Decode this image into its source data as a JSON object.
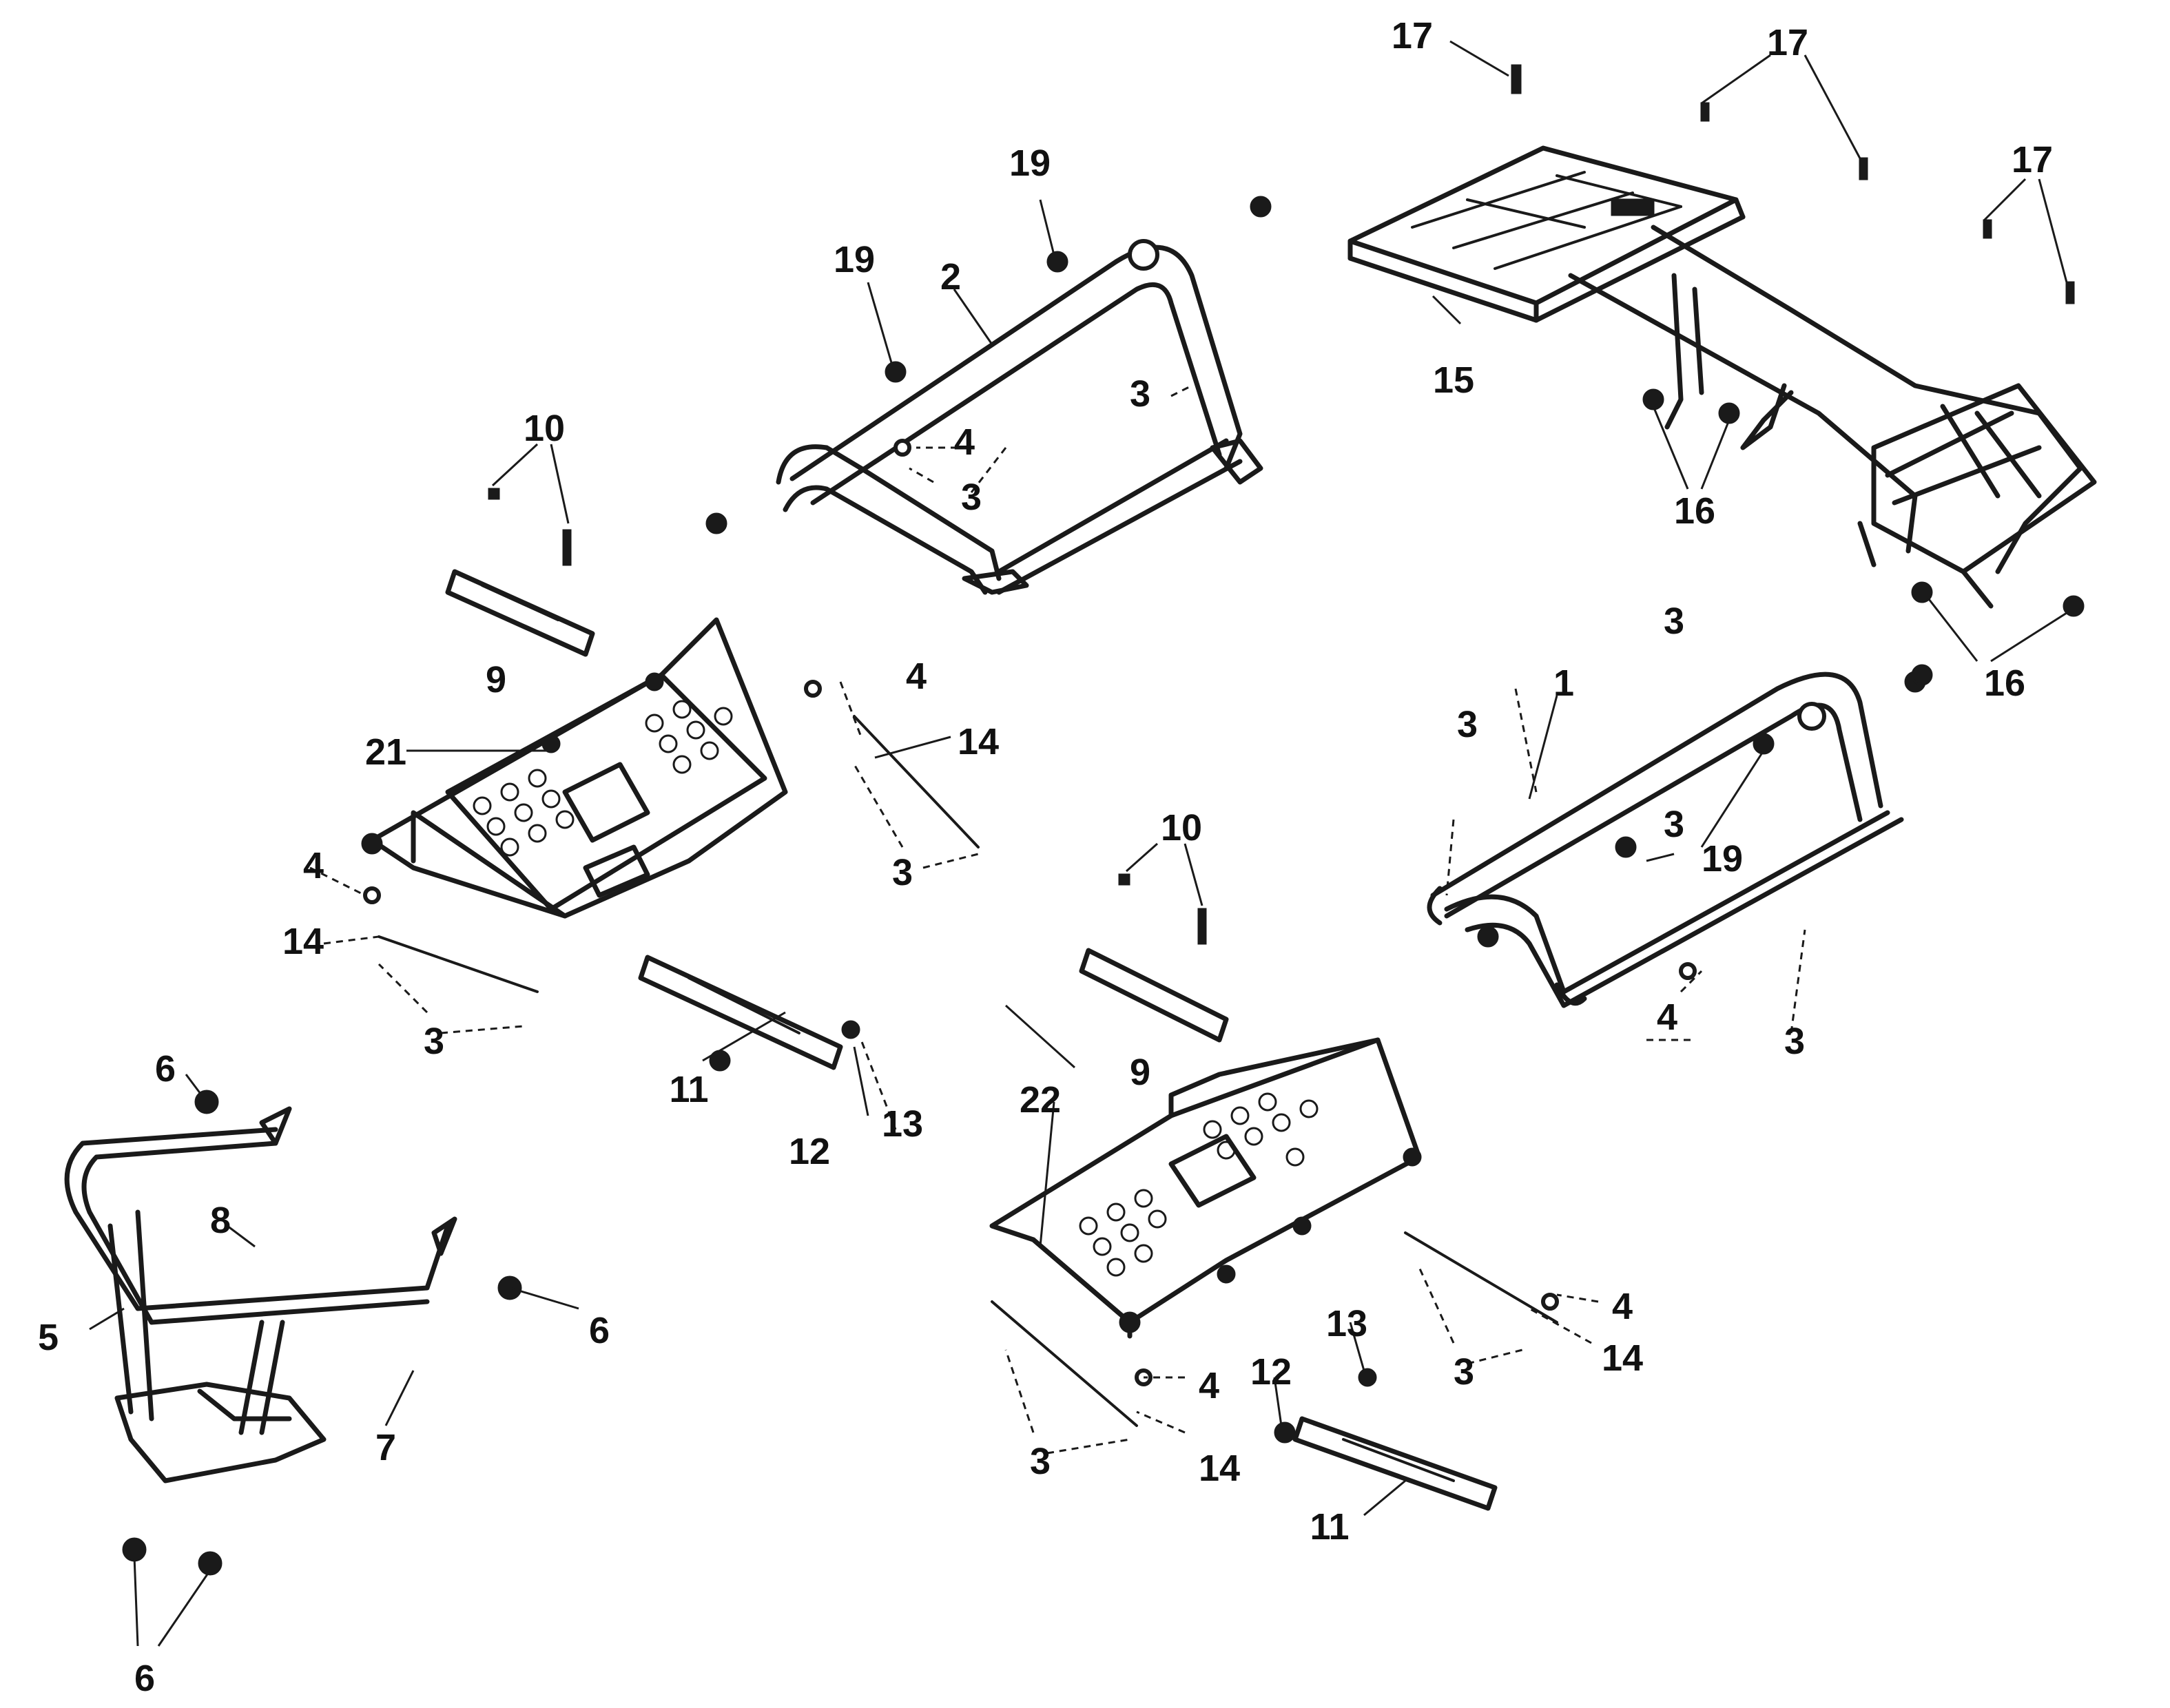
{
  "diagram": {
    "type": "exploded-parts-diagram",
    "callouts": [
      {
        "id": "c17a",
        "label": "17",
        "part": "rear-rack-bolt"
      },
      {
        "id": "c17b",
        "label": "17",
        "part": "rear-rack-bolt"
      },
      {
        "id": "c17c",
        "label": "17",
        "part": "rear-rack-bolt"
      },
      {
        "id": "c19a",
        "label": "19",
        "part": "nut"
      },
      {
        "id": "c19b",
        "label": "19",
        "part": "nut"
      },
      {
        "id": "c19c",
        "label": "19",
        "part": "nut"
      },
      {
        "id": "c2",
        "label": "2",
        "part": "middle-frame-bar"
      },
      {
        "id": "c15",
        "label": "15",
        "part": "rear-rack"
      },
      {
        "id": "c10a",
        "label": "10",
        "part": "bolt-and-nut"
      },
      {
        "id": "c10b",
        "label": "10",
        "part": "bolt-and-nut"
      },
      {
        "id": "c4a",
        "label": "4",
        "part": "washer"
      },
      {
        "id": "c4b",
        "label": "4",
        "part": "washer"
      },
      {
        "id": "c4c",
        "label": "4",
        "part": "washer"
      },
      {
        "id": "c4d",
        "label": "4",
        "part": "washer"
      },
      {
        "id": "c4e",
        "label": "4",
        "part": "washer"
      },
      {
        "id": "c4f",
        "label": "4",
        "part": "washer"
      },
      {
        "id": "c3a",
        "label": "3",
        "part": "screw"
      },
      {
        "id": "c3b",
        "label": "3",
        "part": "screw"
      },
      {
        "id": "c3c",
        "label": "3",
        "part": "screw"
      },
      {
        "id": "c3d",
        "label": "3",
        "part": "screw"
      },
      {
        "id": "c3e",
        "label": "3",
        "part": "screw"
      },
      {
        "id": "c3f",
        "label": "3",
        "part": "screw"
      },
      {
        "id": "c3g",
        "label": "3",
        "part": "screw"
      },
      {
        "id": "c3h",
        "label": "3",
        "part": "screw"
      },
      {
        "id": "c3i",
        "label": "3",
        "part": "screw"
      },
      {
        "id": "c3j",
        "label": "3",
        "part": "screw"
      },
      {
        "id": "c16a",
        "label": "16",
        "part": "bolt"
      },
      {
        "id": "c16b",
        "label": "16",
        "part": "bolt"
      },
      {
        "id": "c9a",
        "label": "9",
        "part": "footrest-bracket"
      },
      {
        "id": "c9b",
        "label": "9",
        "part": "footrest-bracket"
      },
      {
        "id": "c21",
        "label": "21",
        "part": "left-footboard"
      },
      {
        "id": "c22",
        "label": "22",
        "part": "right-footboard"
      },
      {
        "id": "c14a",
        "label": "14",
        "part": "rod"
      },
      {
        "id": "c14b",
        "label": "14",
        "part": "rod"
      },
      {
        "id": "c14c",
        "label": "14",
        "part": "rod"
      },
      {
        "id": "c14d",
        "label": "14",
        "part": "rod"
      },
      {
        "id": "c1",
        "label": "1",
        "part": "front-frame-bar"
      },
      {
        "id": "c6a",
        "label": "6",
        "part": "bolt"
      },
      {
        "id": "c6b",
        "label": "6",
        "part": "bolt"
      },
      {
        "id": "c6c",
        "label": "6",
        "part": "bolt"
      },
      {
        "id": "c11a",
        "label": "11",
        "part": "support-bracket"
      },
      {
        "id": "c11b",
        "label": "11",
        "part": "support-bracket"
      },
      {
        "id": "c12a",
        "label": "12",
        "part": "bolt"
      },
      {
        "id": "c12b",
        "label": "12",
        "part": "bolt"
      },
      {
        "id": "c13a",
        "label": "13",
        "part": "nut"
      },
      {
        "id": "c13b",
        "label": "13",
        "part": "nut"
      },
      {
        "id": "c8",
        "label": "8",
        "part": "clamp"
      },
      {
        "id": "c5",
        "label": "5",
        "part": "front-bumper"
      },
      {
        "id": "c7",
        "label": "7",
        "part": "clamp"
      }
    ]
  }
}
